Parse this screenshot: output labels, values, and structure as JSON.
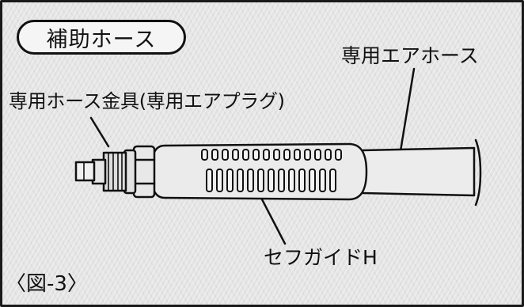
{
  "title": "補助ホース",
  "labels": {
    "air_hose": "専用エアホース",
    "fitting": "専用ホース金具(専用エアプラグ)",
    "guide": "セフガイドH"
  },
  "figure_number": "〈図-3〉",
  "colors": {
    "ink": "#111111",
    "background": "#e4e4e4",
    "badge_fill": "#f5f5f5"
  }
}
